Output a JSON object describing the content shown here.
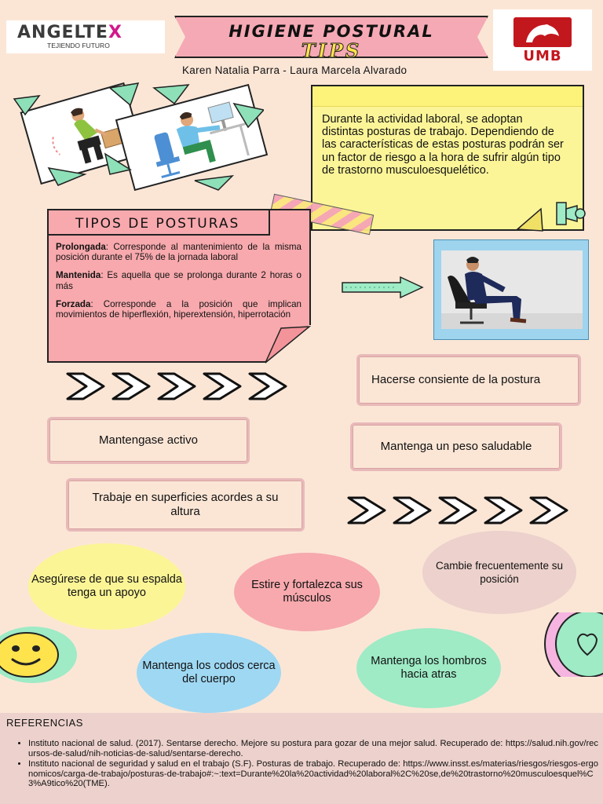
{
  "header": {
    "logo_left": {
      "brand": "ANGELTEX",
      "brand_x": "X",
      "tagline": "TEJIENDO FUTURO"
    },
    "title": "HIGIENE POSTURAL",
    "subtitle": "TIPS",
    "logo_right": {
      "text": "UMB"
    },
    "authors": "Karen Natalia Parra - Laura Marcela Alvarado"
  },
  "intro_note": "Durante la actividad laboral, se adoptan distintas posturas de trabajo. Dependiendo de las características de estas posturas podrán ser un factor de riesgo a la hora de sufrir algún tipo de trastorno musculoesquelético.",
  "tipos": {
    "title": "TIPOS DE POSTURAS",
    "items": [
      {
        "term": "Prolongada",
        "sep": ":",
        "text": " Corresponde al mantenimiento de la misma posición durante el 75% de la jornada laboral"
      },
      {
        "term": "Mantenida",
        "sep": ":",
        "text": " Es aquella que se prolonga durante 2 horas o más"
      },
      {
        "term": "Forzada",
        "sep": ":",
        "text": " Corresponde a la posición que implican movimientos de hiperflexión, hiperextensión, hiperrotación"
      }
    ]
  },
  "tips": {
    "box1": "Hacerse consiente de la postura",
    "box2": "Mantengase activo",
    "box3": "Mantenga un peso saludable",
    "box4": "Trabaje en superficies acordes a su altura",
    "circle_yellow": "Asegúrese de que su espalda tenga un apoyo",
    "circle_pink": "Estire y fortalezca sus músculos",
    "circle_grey": "Cambie frecuentemente su posición",
    "circle_blue": "Mantenga los codos cerca del cuerpo",
    "circle_green": "Mantenga los hombros hacia atras"
  },
  "references": {
    "title": "REFERENCIAS",
    "items": [
      "Instituto nacional de salud. (2017). Sentarse derecho. Mejore su postura para gozar de una mejor salud. Recuperado de: https://salud.nih.gov/recursos-de-salud/nih-noticias-de-salud/sentarse-derecho.",
      "Instituto nacional de seguridad y salud en el trabajo (S.F). Posturas de trabajo. Recuperado de: https://www.insst.es/materias/riesgos/riesgos-ergonomicos/carga-de-trabajo/posturas-de-trabajo#:~:text=Durante%20la%20actividad%20laboral%2C%20se,de%20trastorno%20musculoesquel%C3%A9tico%20(TME)."
    ]
  },
  "colors": {
    "background": "#fbe6d6",
    "pink": "#f7a9ad",
    "yellow": "#fcf598",
    "mint": "#9eebc6",
    "sky": "#9fd8f3",
    "umb_red": "#c3171e"
  }
}
